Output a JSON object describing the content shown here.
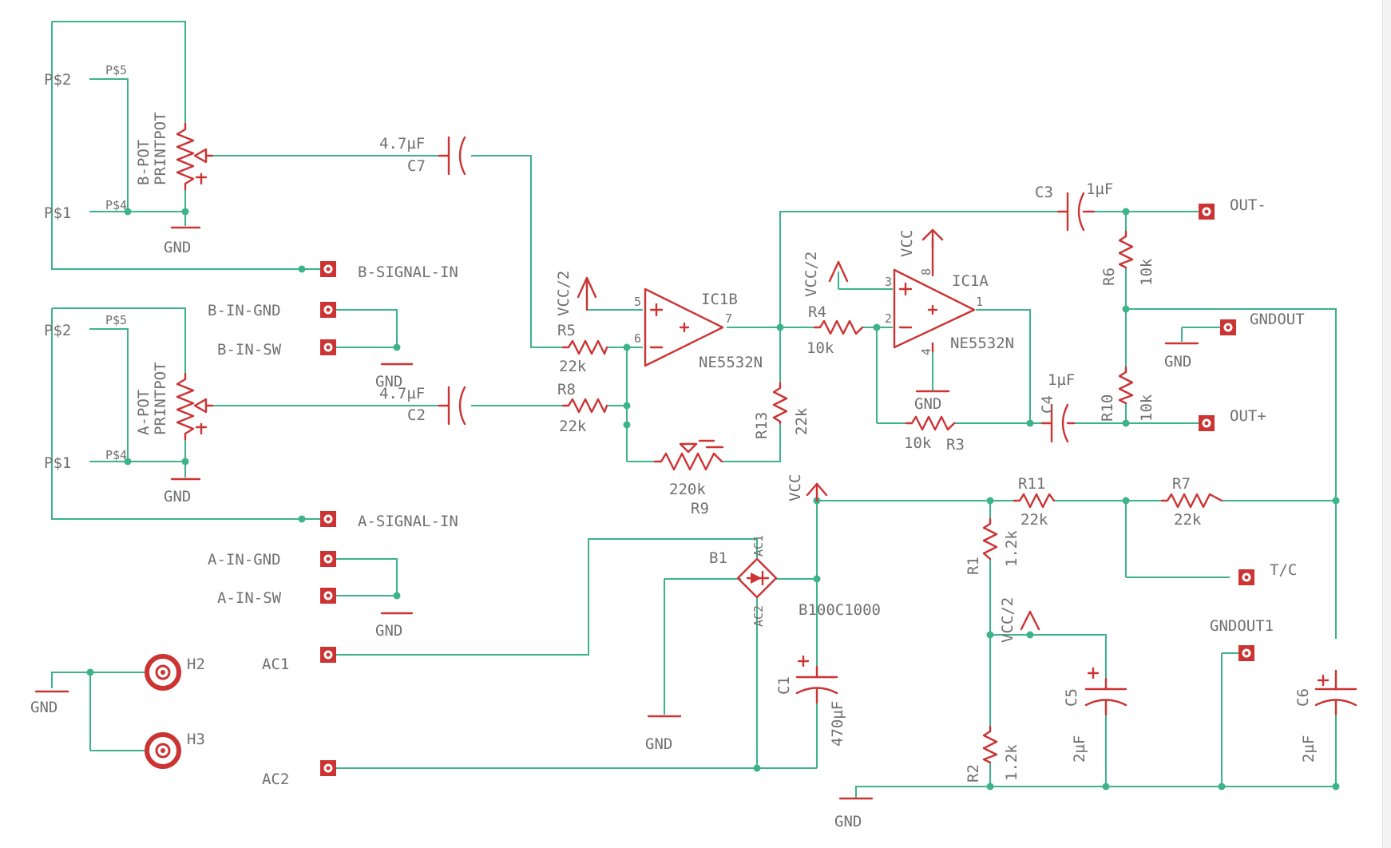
{
  "colors": {
    "wire": "#3cb38a",
    "symbol": "#cc3333",
    "text": "#707070",
    "background": "#ffffff"
  },
  "labels": {
    "p2_b": "P$2",
    "p5_b": "P$5",
    "p1_b": "P$1",
    "p4_b": "P$4",
    "b_pot_name": "B-POT",
    "b_pot_value": "PRINTPOT",
    "gnd_b": "GND",
    "b_signal_in": "B-SIGNAL-IN",
    "p2_a": "P$2",
    "p5_a": "P$5",
    "p1_a": "P$1",
    "p4_a": "P$4",
    "a_pot_name": "A-POT",
    "a_pot_value": "PRINTPOT",
    "gnd_a": "GND",
    "a_signal_in": "A-SIGNAL-IN",
    "b_in_gnd": "B-IN-GND",
    "b_in_sw": "B-IN-SW",
    "gnd_bsw": "GND",
    "a_in_gnd": "A-IN-GND",
    "a_in_sw": "A-IN-SW",
    "gnd_asw": "GND",
    "c7_value": "4.7µF",
    "c7_name": "C7",
    "c2_value": "4.7µF",
    "c2_name": "C2",
    "r5_name": "R5",
    "r5_value": "22k",
    "r8_name": "R8",
    "r8_value": "22k",
    "r9_value": "220k",
    "r9_name": "R9",
    "vcc2_ic1b": "VCC/2",
    "ic1b_name": "IC1B",
    "ic1b_type": "NE5532N",
    "pin5": "5",
    "pin6": "6",
    "pin7": "7",
    "r13_name": "R13",
    "r13_value": "22k",
    "r4_name": "R4",
    "r4_value": "10k",
    "vcc2_ic1a": "VCC/2",
    "vcc_ic1a": "VCC",
    "ic1a_name": "IC1A",
    "ic1a_type": "NE5532N",
    "pin3": "3",
    "pin2": "2",
    "pin1": "1",
    "pin8": "8",
    "pin4": "4",
    "gnd_ic1a": "GND",
    "r3_value": "10k",
    "r3_name": "R3",
    "c3_name": "C3",
    "c3_value": "1µF",
    "out_minus": "OUT-",
    "r6_name": "R6",
    "r6_value": "10k",
    "gndout": "GNDOUT",
    "gnd_out": "GND",
    "c4_value": "1µF",
    "c4_name": "C4",
    "r10_name": "R10",
    "r10_value": "10k",
    "out_plus": "OUT+",
    "vcc_main": "VCC",
    "r11_name": "R11",
    "r11_value": "22k",
    "r7_name": "R7",
    "r7_value": "22k",
    "tc": "T/C",
    "r1_name": "R1",
    "r1_value": "1.2k",
    "vcc2_c5": "VCC/2",
    "b1_name": "B1",
    "b1_type": "B100C1000",
    "ac1_pin": "AC1",
    "ac2_pin": "AC2",
    "ac1": "AC1",
    "ac2": "AC2",
    "c1_name": "C1",
    "c1_value": "470µF",
    "gnd_b1": "GND",
    "c5_name": "C5",
    "c5_value": "2µF",
    "gndout1": "GNDOUT1",
    "c6_name": "C6",
    "c6_value": "2µF",
    "r2_name": "R2",
    "r2_value": "1.2k",
    "gnd_bottom": "GND",
    "h2": "H2",
    "h3": "H3",
    "gnd_h": "GND"
  }
}
